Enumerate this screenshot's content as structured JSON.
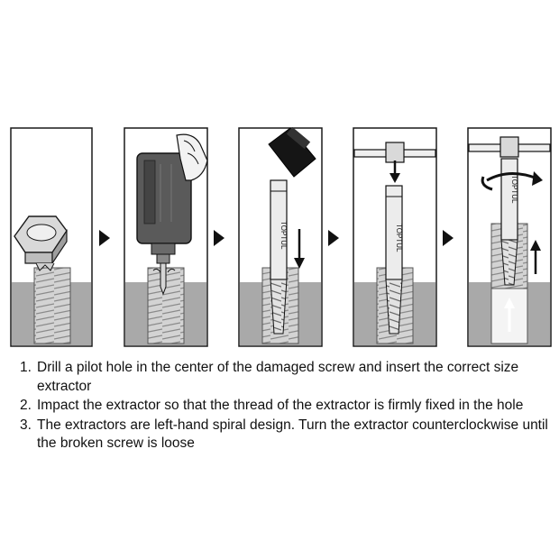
{
  "diagram": {
    "panel_count": 5,
    "tool_brand": "TOPTUL",
    "colors": {
      "outline": "#1a1a1a",
      "workpiece": "#a9a9a9",
      "thread": "#d8d8d8",
      "tool_body": "#5a5a5a",
      "extractor": "#e6e6e6",
      "background": "#ffffff"
    },
    "icons": [
      "bolt-head-icon",
      "power-drill-icon",
      "hammer-icon",
      "t-handle-wrench-icon",
      "rotation-arrow-icon",
      "arrow-right-icon",
      "arrow-down-icon",
      "arrow-up-icon"
    ]
  },
  "steps": [
    {
      "num": "1.",
      "text": "Drill a pilot hole in the center of the damaged screw and insert the correct size extractor"
    },
    {
      "num": "2.",
      "text": "Impact the extractor so that the thread of the extractor is firmly fixed in the hole"
    },
    {
      "num": "3.",
      "text": "The extractors are left-hand spiral design. Turn the extractor counterclockwise until the broken screw is loose"
    }
  ]
}
